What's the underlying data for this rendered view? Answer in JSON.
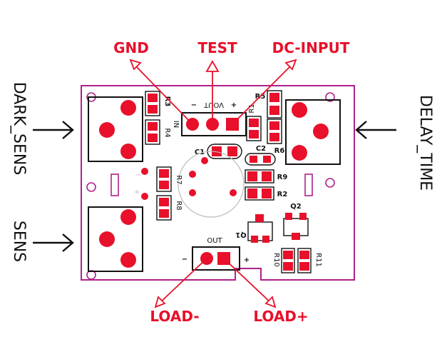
{
  "colors": {
    "board_outline": "#b0208a",
    "pad": "#e8102a",
    "label_red": "#e8102a",
    "silkscreen": "#111111",
    "arrow_black": "#111111"
  },
  "top_labels": {
    "gnd": "GND",
    "test": "TEST",
    "dc_input": "DC-INPUT"
  },
  "bottom_labels": {
    "load_minus": "LOAD-",
    "load_plus": "LOAD+"
  },
  "side_labels": {
    "dark_sens": "DARK_SENS",
    "sens": "SENS",
    "delay_time": "DELAY_TIME"
  },
  "silkscreen": {
    "r1": "R1",
    "r2": "R2",
    "r3": "R3",
    "r4": "R4",
    "r5": "R5",
    "r6": "R6",
    "r7": "R7",
    "r8": "R8",
    "r9": "R9",
    "r10": "R10",
    "r11": "R11",
    "c1": "C1",
    "c2": "C2",
    "q1": "Q1",
    "q2": "Q2",
    "in": "IN",
    "vout": "VOUT",
    "out": "OUT",
    "plus": "+",
    "minus": "−"
  }
}
